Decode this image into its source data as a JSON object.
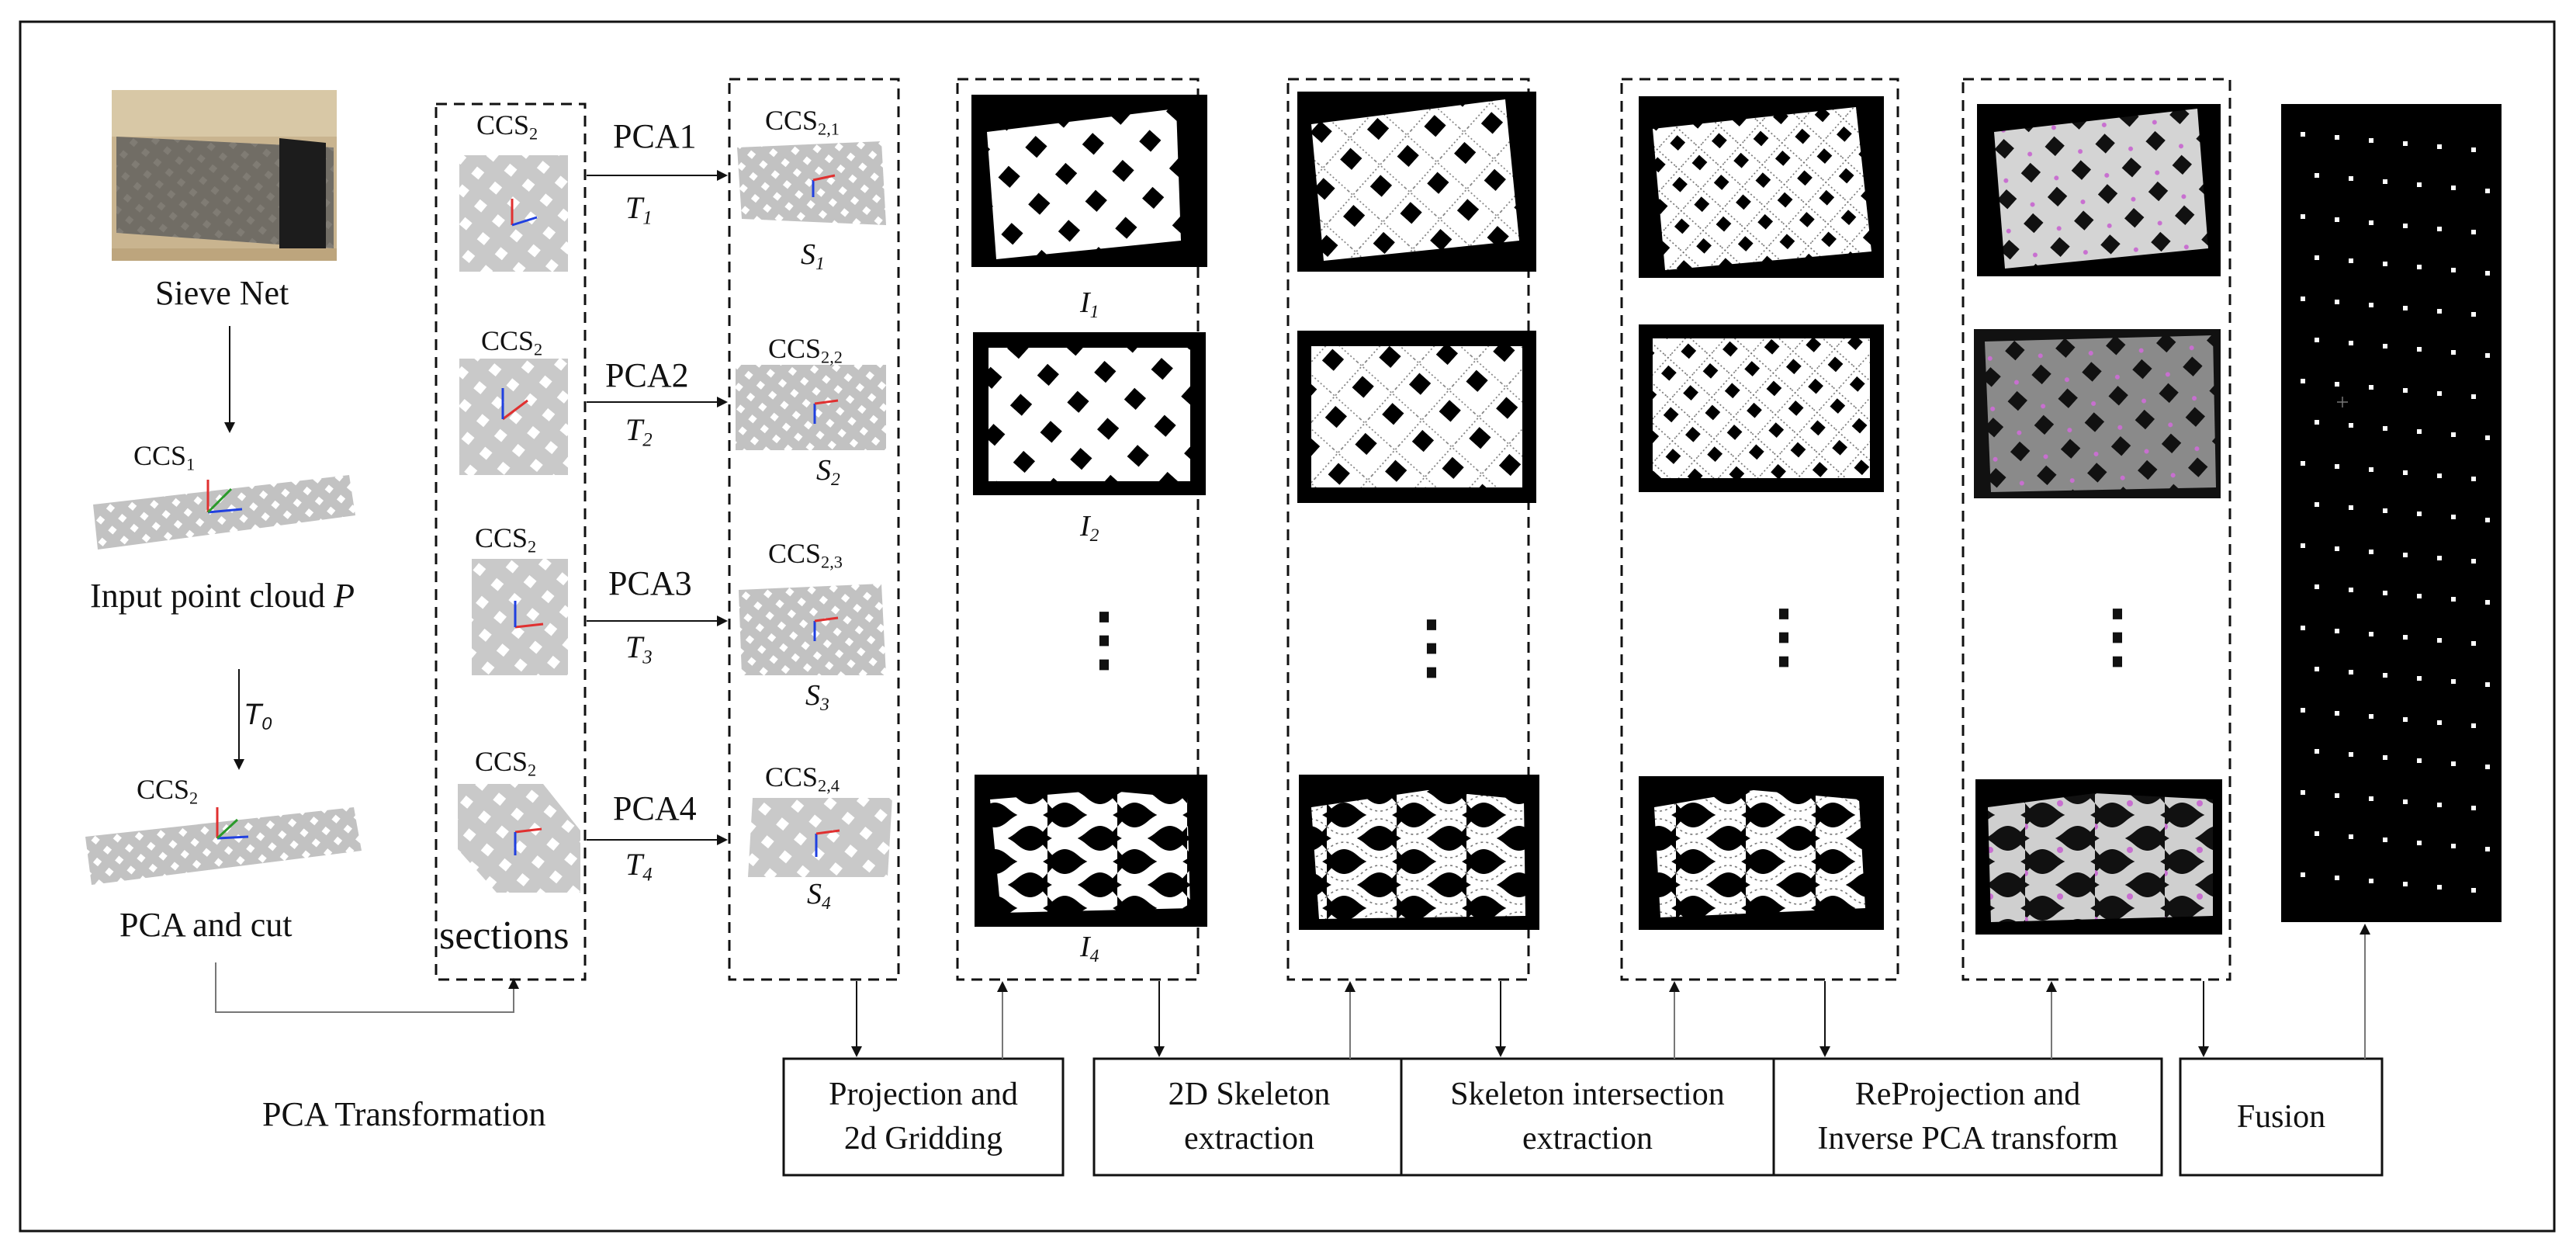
{
  "input_stage": {
    "photo_caption": "Sieve Net",
    "cloud1_label": "CCS",
    "cloud1_sub": "1",
    "cloud1_caption": "Input point cloud ",
    "cloud1_caption_var": "P",
    "transform_label": "T",
    "transform_sub": "0",
    "cloud2_label": "CCS",
    "cloud2_sub": "2",
    "cloud2_caption": "PCA and cut"
  },
  "sections_column": {
    "footer_label": "sections",
    "items": [
      {
        "ccs": "CCS",
        "sub": "2"
      },
      {
        "ccs": "CCS",
        "sub": "2"
      },
      {
        "ccs": "CCS",
        "sub": "2"
      },
      {
        "ccs": "CCS",
        "sub": "2"
      }
    ]
  },
  "pca_arrows": [
    {
      "label": "PCA1",
      "t": "T",
      "t_sub": "1"
    },
    {
      "label": "PCA2",
      "t": "T",
      "t_sub": "2"
    },
    {
      "label": "PCA3",
      "t": "T",
      "t_sub": "3"
    },
    {
      "label": "PCA4",
      "t": "T",
      "t_sub": "4"
    }
  ],
  "transformed_column": {
    "items": [
      {
        "ccs": "CCS",
        "sub": "2,1",
        "s": "S",
        "s_sub": "1"
      },
      {
        "ccs": "CCS",
        "sub": "2,2",
        "s": "S",
        "s_sub": "2"
      },
      {
        "ccs": "CCS",
        "sub": "2,3",
        "s": "S",
        "s_sub": "3"
      },
      {
        "ccs": "CCS",
        "sub": "2,4",
        "s": "S",
        "s_sub": "4"
      }
    ]
  },
  "projection_column": {
    "captions": [
      {
        "i": "I",
        "sub": "1"
      },
      {
        "i": "I",
        "sub": "2"
      },
      {
        "i": "I",
        "sub": "4"
      }
    ]
  },
  "process_boxes": [
    {
      "line1": "Projection and",
      "line2": "2d Gridding"
    },
    {
      "line1": "2D Skeleton",
      "line2": "extraction"
    },
    {
      "line1": "Skeleton intersection",
      "line2": "extraction"
    },
    {
      "line1": "ReProjection and",
      "line2": "Inverse PCA transform"
    },
    {
      "line1": "Fusion",
      "line2": ""
    }
  ],
  "left_caption": "PCA Transformation",
  "ellipsis": "⋮"
}
